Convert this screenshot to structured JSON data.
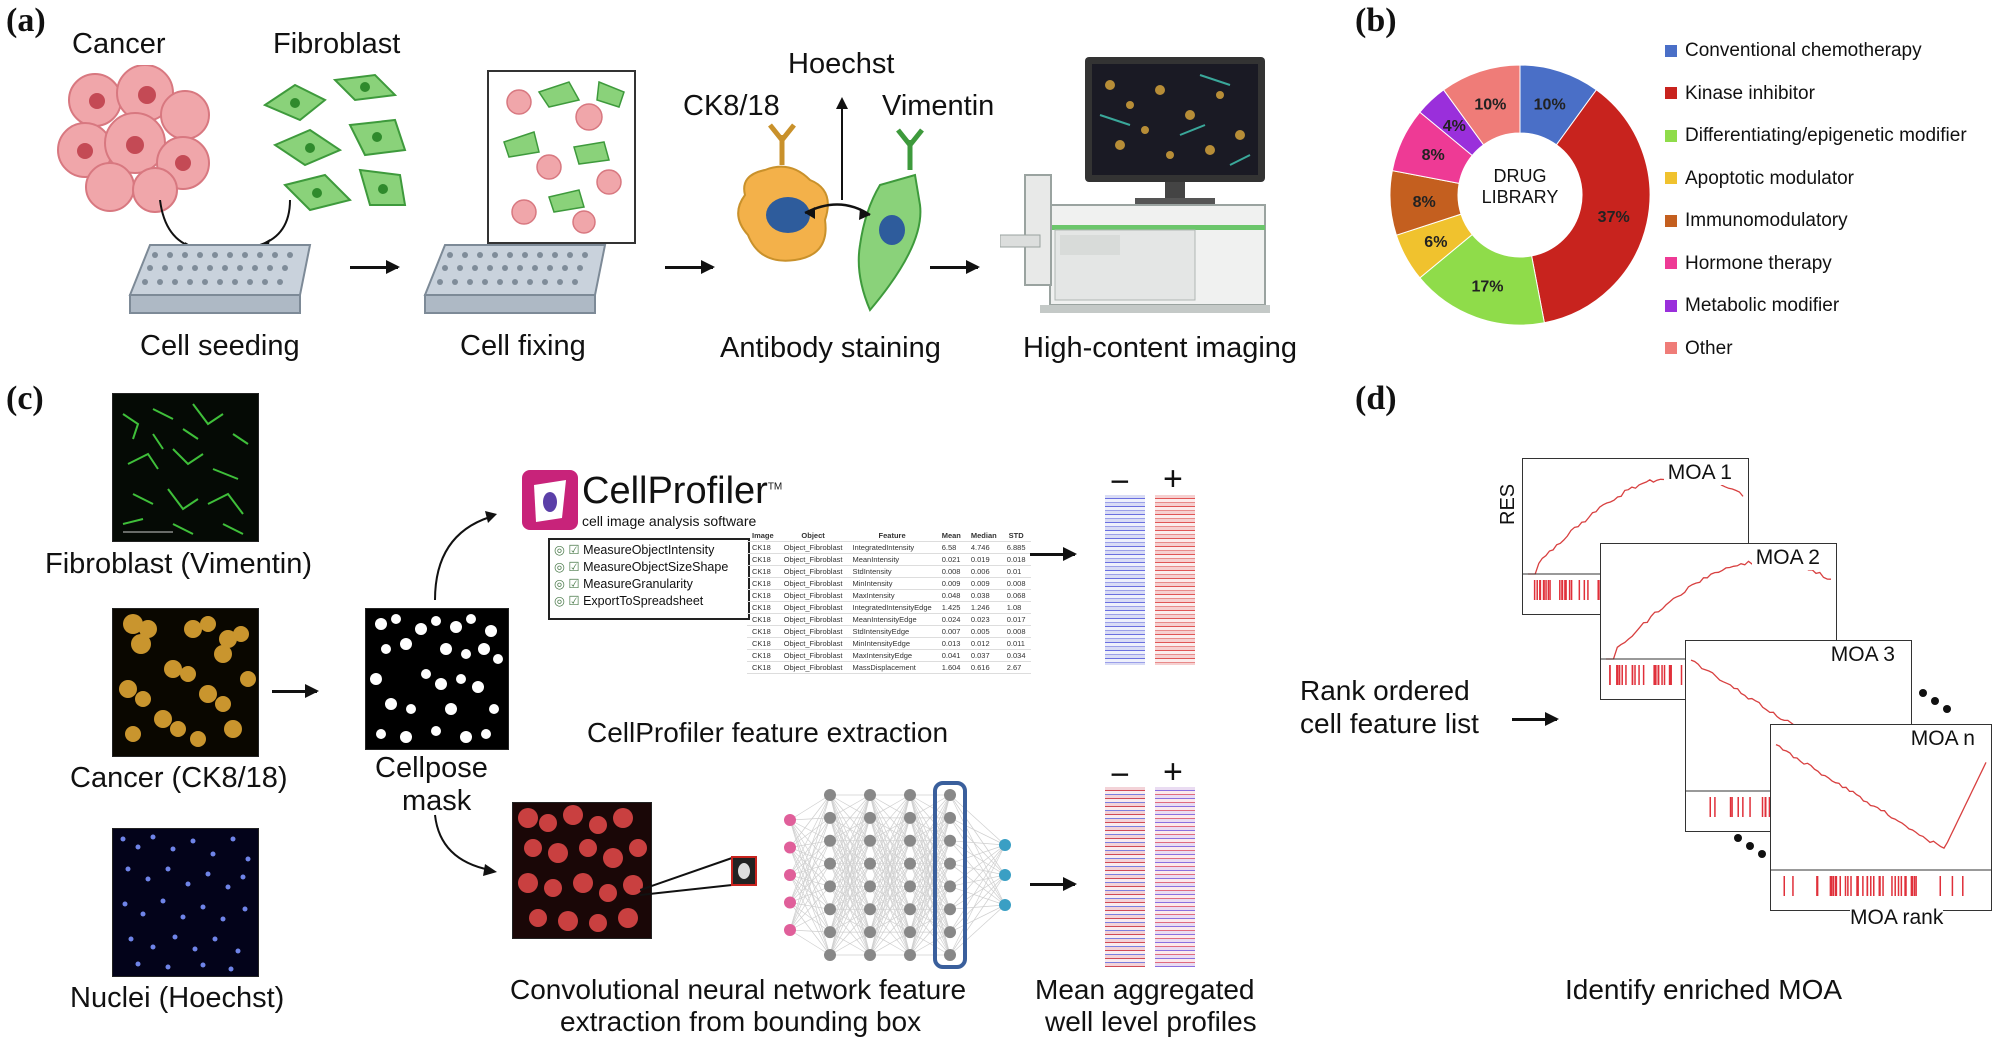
{
  "panels": {
    "a": "(a)",
    "b": "(b)",
    "c": "(c)",
    "d": "(d)"
  },
  "panel_a": {
    "cancer_label": "Cancer",
    "fibroblast_label": "Fibroblast",
    "hoechst_label": "Hoechst",
    "ck818_label": "CK8/18",
    "vimentin_label": "Vimentin",
    "steps": [
      "Cell seeding",
      "Cell fixing",
      "Antibody staining",
      "High-content imaging"
    ]
  },
  "panel_b": {
    "center_label_line1": "DRUG",
    "center_label_line2": "LIBRARY",
    "legend": [
      {
        "label": "Conventional chemotherapy",
        "color": "#4a6fc7"
      },
      {
        "label": "Kinase inhibitor",
        "color": "#c8231e"
      },
      {
        "label": "Differentiating/epigenetic modifier",
        "color": "#8fdc4a"
      },
      {
        "label": "Apoptotic modulator",
        "color": "#f0c22e"
      },
      {
        "label": "Immunomodulatory",
        "color": "#c45f1f"
      },
      {
        "label": "Hormone therapy",
        "color": "#ee3a95"
      },
      {
        "label": "Metabolic modifier",
        "color": "#9a2fdb"
      },
      {
        "label": "Other",
        "color": "#ef7c78"
      }
    ]
  },
  "chart_data": {
    "type": "pie",
    "title": "",
    "categories": [
      "Conventional chemotherapy",
      "Kinase inhibitor",
      "Differentiating/epigenetic modifier",
      "Apoptotic modulator",
      "Immunomodulatory",
      "Hormone therapy",
      "Metabolic modifier",
      "Other"
    ],
    "values": [
      10,
      37,
      17,
      6,
      8,
      8,
      4,
      10
    ],
    "labels": [
      "10%",
      "37%",
      "17%",
      "6%",
      "8%",
      "8%",
      "4%",
      "10%"
    ],
    "colors": [
      "#4a6fc7",
      "#c8231e",
      "#8fdc4a",
      "#f0c22e",
      "#c45f1f",
      "#ee3a95",
      "#9a2fdb",
      "#ef7c78"
    ],
    "donut": true
  },
  "panel_c": {
    "image_labels": [
      "Fibroblast (Vimentin)",
      "Cancer (CK8/18)",
      "Nuclei (Hoechst)"
    ],
    "mask_label_line1": "Cellpose",
    "mask_label_line2": "mask",
    "cellprofiler_name": "CellProfiler",
    "cellprofiler_tm": "TM",
    "cellprofiler_subtitle": "cell image analysis software",
    "modules": [
      "MeasureObjectIntensity",
      "MeasureObjectSizeShape",
      "MeasureGranularity",
      "ExportToSpreadsheet"
    ],
    "table_headers": [
      "Image",
      "Object",
      "Feature",
      "Mean",
      "Median",
      "STD"
    ],
    "table_rows": [
      [
        "CK18",
        "Object_Fibroblast",
        "IntegratedIntensity",
        "6.58",
        "4.746",
        "6.885"
      ],
      [
        "CK18",
        "Object_Fibroblast",
        "MeanIntensity",
        "0.021",
        "0.019",
        "0.018"
      ],
      [
        "CK18",
        "Object_Fibroblast",
        "StdIntensity",
        "0.008",
        "0.006",
        "0.01"
      ],
      [
        "CK18",
        "Object_Fibroblast",
        "MinIntensity",
        "0.009",
        "0.009",
        "0.008"
      ],
      [
        "CK18",
        "Object_Fibroblast",
        "MaxIntensity",
        "0.048",
        "0.038",
        "0.068"
      ],
      [
        "CK18",
        "Object_Fibroblast",
        "IntegratedIntensityEdge",
        "1.425",
        "1.246",
        "1.08"
      ],
      [
        "CK18",
        "Object_Fibroblast",
        "MeanIntensityEdge",
        "0.024",
        "0.023",
        "0.017"
      ],
      [
        "CK18",
        "Object_Fibroblast",
        "StdIntensityEdge",
        "0.007",
        "0.005",
        "0.008"
      ],
      [
        "CK18",
        "Object_Fibroblast",
        "MinIntensityEdge",
        "0.013",
        "0.012",
        "0.011"
      ],
      [
        "CK18",
        "Object_Fibroblast",
        "MaxIntensityEdge",
        "0.041",
        "0.037",
        "0.034"
      ],
      [
        "CK18",
        "Object_Fibroblast",
        "MassDisplacement",
        "1.604",
        "0.616",
        "2.67"
      ]
    ],
    "cp_caption": "CellProfiler feature extraction",
    "cnn_caption_line1": "Convolutional neural network feature",
    "cnn_caption_line2": "extraction from bounding box",
    "agg_caption_line1": "Mean aggregated",
    "agg_caption_line2": "well level profiles",
    "minus": "−",
    "plus": "+"
  },
  "panel_d": {
    "rank_line1": "Rank ordered",
    "rank_line2": "cell feature list",
    "res_label": "RES",
    "moa_titles": [
      "MOA 1",
      "MOA 2",
      "MOA 3",
      "MOA n"
    ],
    "moa_rank": "MOA rank",
    "caption": "Identify enriched MOA"
  }
}
